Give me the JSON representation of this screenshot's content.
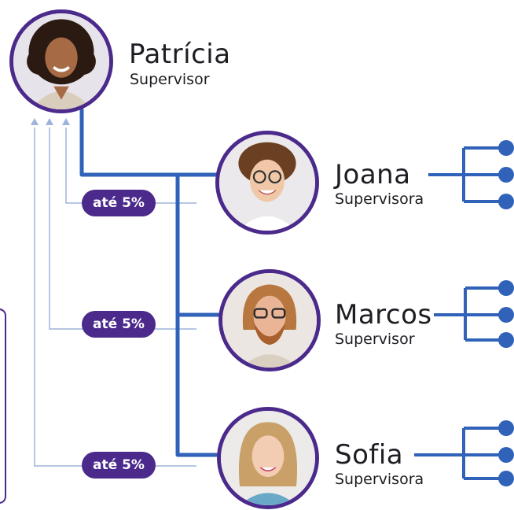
{
  "colors": {
    "accent_purple": "#4b2a8c",
    "line_blue": "#2f62b8",
    "thin_line": "#9fb4dc"
  },
  "root": {
    "name": "Patrícia",
    "role": "Supervisor",
    "avatar": "woman-curly-hair-avatar"
  },
  "members": [
    {
      "name": "Joana",
      "role": "Supervisora",
      "badge": "até 5%",
      "avatar": "woman-glasses-avatar"
    },
    {
      "name": "Marcos",
      "role": "Supervisor",
      "badge": "até 5%",
      "avatar": "man-beard-glasses-avatar"
    },
    {
      "name": "Sofia",
      "role": "Supervisora",
      "badge": "até 5%",
      "avatar": "woman-blonde-avatar"
    }
  ],
  "icons": {
    "arrow": "arrow-up-icon",
    "connector_dot": "connector-dot-icon"
  }
}
